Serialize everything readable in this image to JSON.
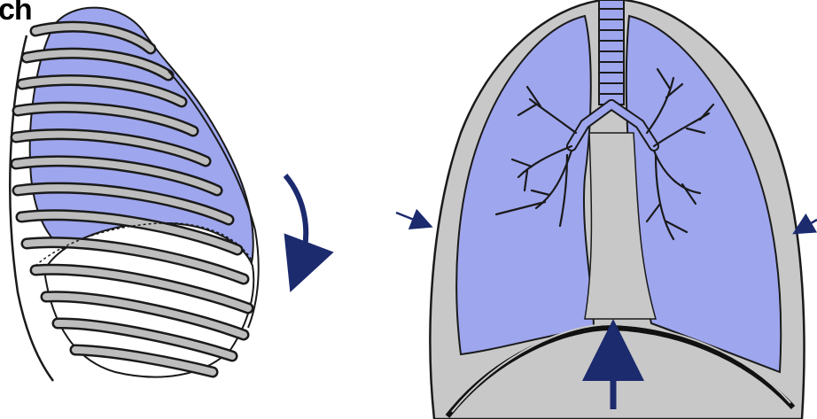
{
  "title_fragment": "ch",
  "colors": {
    "lung": "#9ea6ee",
    "lung_dark": "#8a92e4",
    "pleura": "#c8c8c8",
    "rib": "#bdbdbd",
    "outline": "#1a1a1a",
    "arrow": "#1c2a6e",
    "background": "#ffffff"
  },
  "figures": [
    {
      "name": "ribcage-lateral-view",
      "icon": "ribcage-lung-side"
    },
    {
      "name": "thorax-frontal-section",
      "icon": "lungs-trachea-diaphragm"
    }
  ],
  "arrows": [
    {
      "name": "rotation-arrow",
      "direction": "down-curved"
    },
    {
      "name": "left-inward-arrow",
      "direction": "right-down"
    },
    {
      "name": "right-inward-arrow",
      "direction": "left-down"
    },
    {
      "name": "diaphragm-up-arrow",
      "direction": "up"
    }
  ]
}
